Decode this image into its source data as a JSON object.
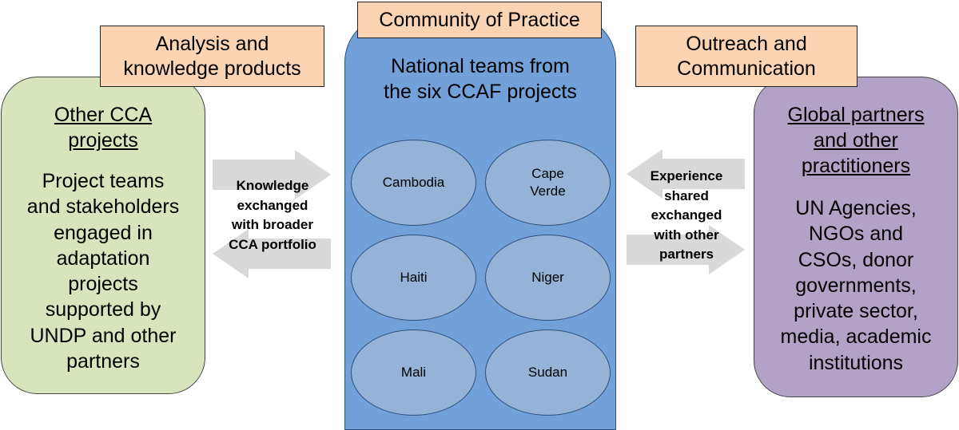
{
  "center": {
    "title": "Community of Practice",
    "subtitle_line1": "National teams from",
    "subtitle_line2": "the six CCAF projects",
    "countries": {
      "c1": "Cambodia",
      "c2_line1": "Cape",
      "c2_line2": "Verde",
      "c3": "Haiti",
      "c4": "Niger",
      "c5": "Mali",
      "c6": "Sudan"
    }
  },
  "left": {
    "header_line1": "Analysis and",
    "header_line2": "knowledge products",
    "title_line1": "Other CCA",
    "title_line2": "projects",
    "body": [
      "Project teams",
      "and stakeholders",
      "engaged in",
      "adaptation",
      "projects",
      "supported by",
      "UNDP and other",
      "partners"
    ],
    "arrow_text": [
      "Knowledge",
      "exchanged",
      "with broader",
      "CCA portfolio"
    ]
  },
  "right": {
    "header_line1": "Outreach and",
    "header_line2": "Communication",
    "title_line1": "Global partners",
    "title_line2": "and other",
    "title_line3": "practitioners",
    "body": [
      "UN Agencies,",
      "NGOs and",
      "CSOs, donor",
      "governments,",
      "private sector,",
      "media, academic",
      "institutions"
    ],
    "arrow_text": [
      "Experience",
      "shared",
      "exchanged",
      "with other",
      "partners"
    ]
  },
  "colors": {
    "header_fill": "#fbd4b4",
    "left_panel_fill": "#d8e4bc",
    "right_panel_fill": "#b3a2c7",
    "center_fill": "#72a0d9",
    "oval_fill": "#95b3d7",
    "arrow_fill": "#d9d9d9"
  }
}
